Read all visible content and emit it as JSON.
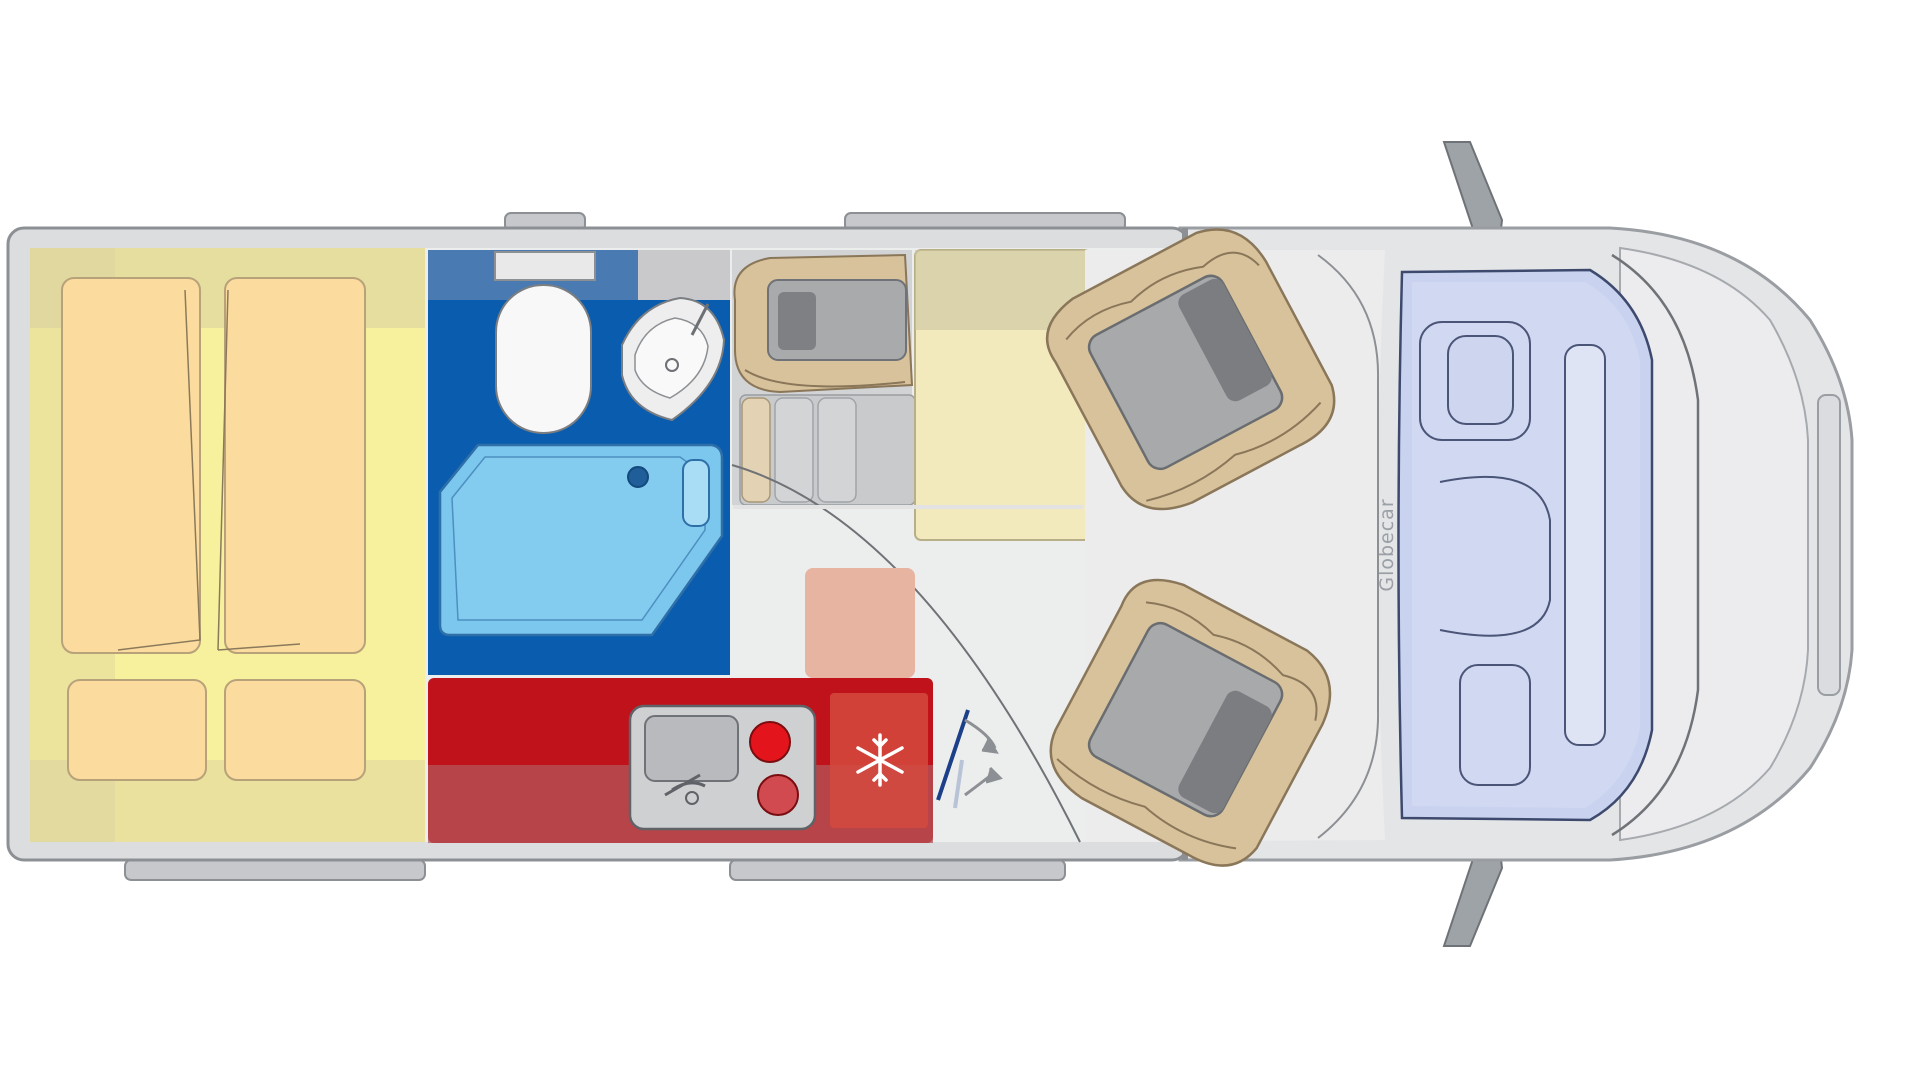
{
  "diagram": {
    "type": "camper-van-floor-plan",
    "orientation": "front-right",
    "brand_label": "Globecar",
    "icons": [
      "snowflake-icon",
      "door-swing-arrows-icon"
    ],
    "zones": [
      {
        "name": "rear-bed",
        "color": "#f7f09c"
      },
      {
        "name": "bathroom",
        "color": "#0a5cae"
      },
      {
        "name": "shower-tray",
        "color": "#7cc7ee"
      },
      {
        "name": "kitchen-counter",
        "color": "#c0121a"
      },
      {
        "name": "dining-table",
        "color": "#f2e9bd"
      },
      {
        "name": "cab-dashboard",
        "color": "#c9d3ef"
      },
      {
        "name": "seat-upholstery",
        "color": "#d8c29c"
      },
      {
        "name": "body-shell",
        "color": "#e8e8e8"
      }
    ]
  }
}
